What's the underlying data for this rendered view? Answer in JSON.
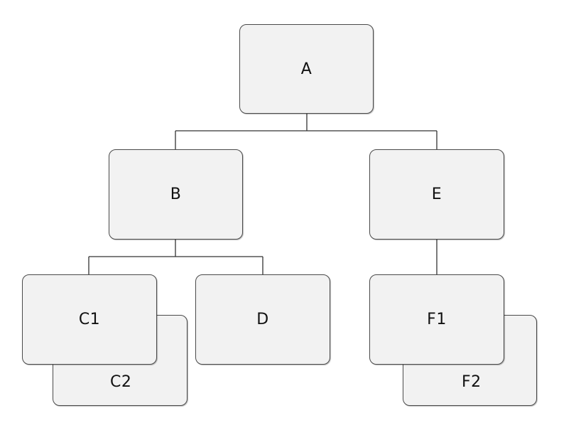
{
  "diagram": {
    "nodes": {
      "a": "A",
      "b": "B",
      "c1": "C1",
      "c2": "C2",
      "d": "D",
      "e": "E",
      "f1": "F1",
      "f2": "F2"
    },
    "colors": {
      "node_fill": "#f2f2f2",
      "node_border": "#4a4a4a",
      "connector": "#333333"
    }
  }
}
